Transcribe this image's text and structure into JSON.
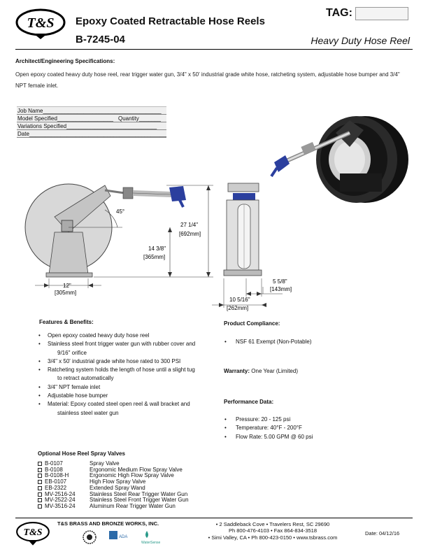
{
  "header": {
    "logo_text": "T&S",
    "title": "Epoxy Coated Retractable Hose Reels",
    "model": "B-7245-04",
    "tag_label": "TAG:",
    "tag_value": "",
    "subtitle": "Heavy Duty Hose Reel"
  },
  "specs": {
    "heading": "Architect/Engineering Specifications:",
    "text": "Open epoxy coated heavy duty hose reel, rear trigger water gun, 3/4\" x 50' industrial grade white hose, ratcheting system, adjustable hose bumper and 3/4\" NPT female inlet."
  },
  "job_form": {
    "job_name": "Job Name______________________________________",
    "model_specified": "Model Specified__________________",
    "quantity": "Quantity_______",
    "variations": "Variations Specified_____________________________",
    "date": "Date_____________________________________________"
  },
  "dimensions": {
    "angle": "45°",
    "overall_height_in": "27 1/4\"",
    "overall_height_mm": "692mm",
    "inlet_height_in": "14 3/8\"",
    "inlet_height_mm": "365mm",
    "base_width_in": "12\"",
    "base_width_mm": "305mm",
    "side_offset_in": "5 5/8\"",
    "side_offset_mm": "143mm",
    "side_width_in": "10 5/16\"",
    "side_width_mm": "262mm"
  },
  "features": {
    "heading": "Features & Benefits:",
    "items": [
      {
        "text": "Open epoxy coated heavy duty hose reel",
        "indent": false
      },
      {
        "text": "Stainless steel front trigger water gun with rubber cover and",
        "indent": false
      },
      {
        "text": "9/16\" orifice",
        "indent": true
      },
      {
        "text": "3/4\" x 50' industrial grade white hose rated to 300 PSI",
        "indent": false
      },
      {
        "text": "Ratcheting system holds the length of hose until a slight tug",
        "indent": false
      },
      {
        "text": "to retract automatically",
        "indent": true
      },
      {
        "text": "3/4\" NPT female inlet",
        "indent": false
      },
      {
        "text": "Adjustable hose bumper",
        "indent": false
      },
      {
        "text": "Material: Epoxy coated steel open reel & wall bracket and",
        "indent": false
      },
      {
        "text": "stainless steel water gun",
        "indent": true
      }
    ]
  },
  "compliance": {
    "heading": "Product Compliance:",
    "item": "NSF 61 Exempt (Non-Potable)"
  },
  "warranty": {
    "label": "Warranty:",
    "value": "One Year (Limited)"
  },
  "performance": {
    "heading": "Performance Data:",
    "items": [
      "Pressure: 20 - 125 psi",
      "Temperature: 40°F - 200°F",
      "Flow Rate:  5.00 GPM @ 60 psi"
    ]
  },
  "options": {
    "heading": "Optional Hose Reel Spray Valves",
    "items": [
      {
        "code": "B-0107",
        "desc": "Spray Valve"
      },
      {
        "code": "B-0108",
        "desc": "Ergonomic Medium Flow Spray Valve"
      },
      {
        "code": "B-0108-H",
        "desc": "Ergonomic High Flow Spray Valve"
      },
      {
        "code": "EB-0107",
        "desc": "High Flow Spray Valve"
      },
      {
        "code": "EB-2322",
        "desc": "Extended Spray Wand"
      },
      {
        "code": "MV-2516-24",
        "desc": "Stainless Steel Rear Trigger Water Gun"
      },
      {
        "code": "MV-2522-24",
        "desc": "Stainless Steel Front Trigger Water Gun"
      },
      {
        "code": "MV-3516-24",
        "desc": "Aluminum Rear Trigger Water Gun"
      }
    ]
  },
  "footer": {
    "company": "T&S BRASS AND BRONZE WORKS, INC.",
    "address_line1": "• 2 Saddleback Cove • Travelers Rest, SC 29690",
    "address_line2": "Ph 800-476-4103 • Fax 864-834-3518",
    "address_line3": "• Simi Valley, CA • Ph 800-423-0150 • www.tsbrass.com",
    "date": "Date: 04/12/16",
    "cert_logo": "lead-free-cert",
    "recycle_logo": "water-conservation",
    "water_sense_text": "WaterSense"
  },
  "colors": {
    "accent_blue": "#2b3f9e",
    "reel_dark": "#1a1a1a",
    "drawing_gray": "#d8d8d8"
  }
}
